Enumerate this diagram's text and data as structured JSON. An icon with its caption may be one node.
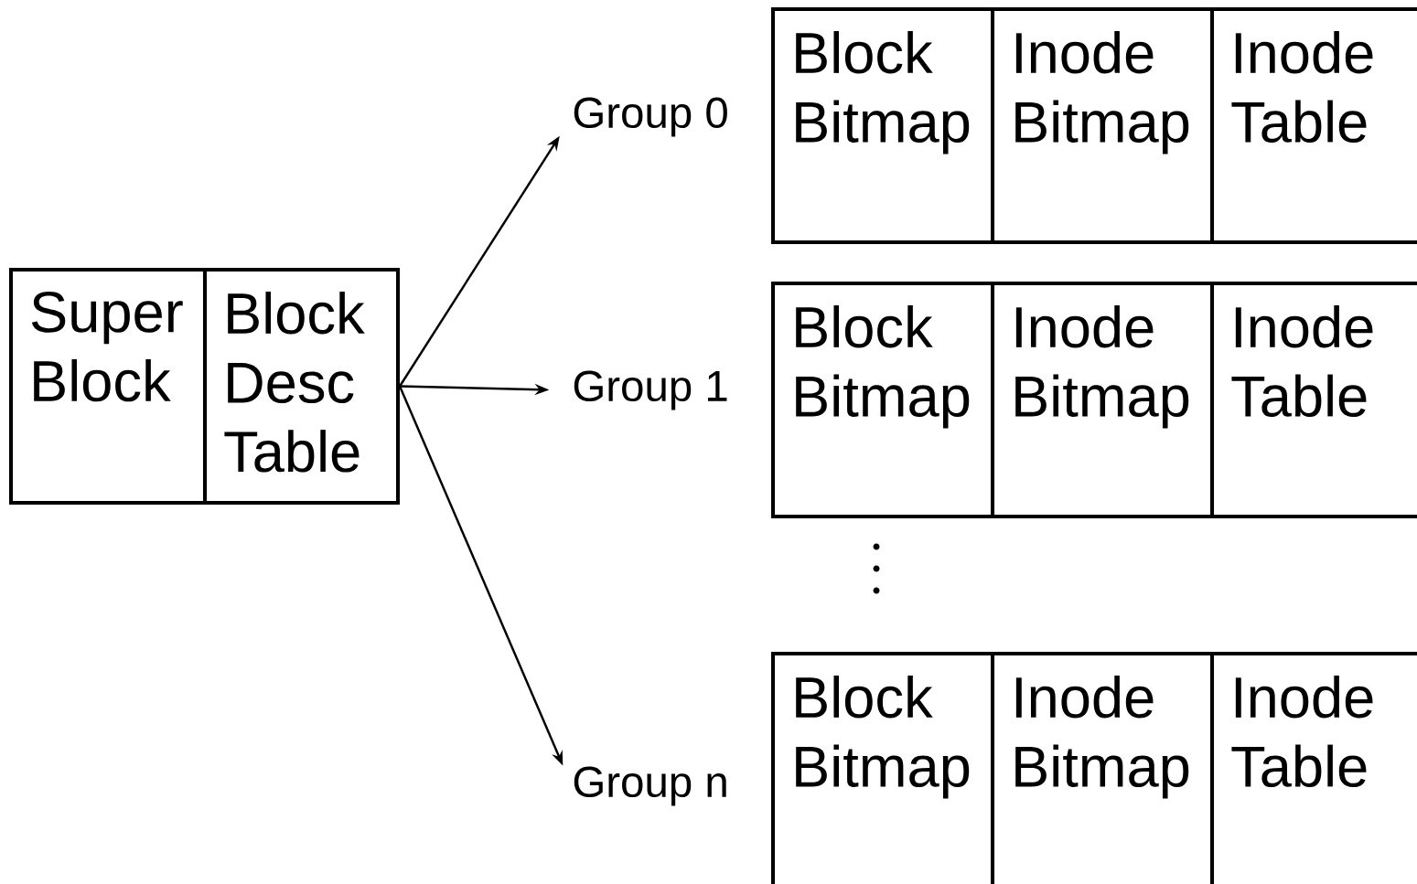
{
  "diagram": {
    "nodes": [
      {
        "text": [
          "Super Block"
        ]
      },
      {
        "text": [
          "Block Desc Table"
        ]
      },
      {
        "text": [
          "Group 0"
        ]
      },
      {
        "text": [
          "Group 1"
        ]
      },
      {
        "text": [
          "Group n"
        ]
      },
      {
        "text": [
          "Block Bitmap"
        ]
      },
      {
        "text": [
          "Inode Bitmap"
        ]
      },
      {
        "text": [
          "Inode Table"
        ]
      },
      {
        "text": [
          "Block Bitmap"
        ]
      },
      {
        "text": [
          "Inode Bitmap"
        ]
      },
      {
        "text": [
          "Inode Table"
        ]
      },
      {
        "text": [
          "Block Bitmap"
        ]
      },
      {
        "text": [
          "Inode Bitmap"
        ]
      },
      {
        "text": [
          "Inode Table"
        ]
      }
    ],
    "edges": [
      {
        "from": 1,
        "to": 2,
        "arrow": "to"
      },
      {
        "from": 1,
        "to": 3,
        "arrow": "to"
      },
      {
        "from": 1,
        "to": 4,
        "arrow": "to"
      }
    ]
  }
}
